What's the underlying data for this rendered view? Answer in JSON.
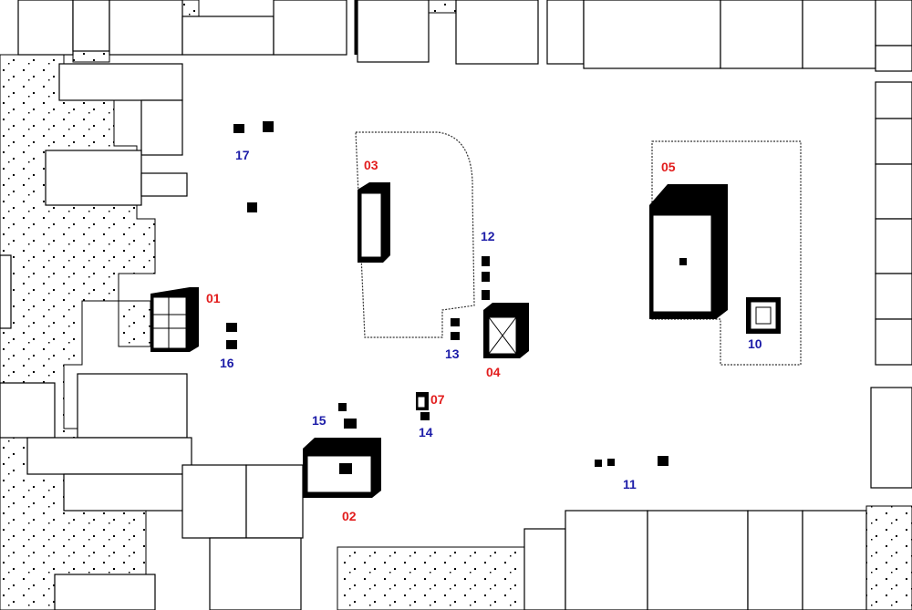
{
  "colors": {
    "building_label": "#e21d1d",
    "element_label": "#1c1ca8"
  },
  "buildings": [
    {
      "id": "01"
    },
    {
      "id": "02"
    },
    {
      "id": "03"
    },
    {
      "id": "04"
    },
    {
      "id": "05"
    },
    {
      "id": "07"
    }
  ],
  "elements": [
    {
      "id": "10"
    },
    {
      "id": "11"
    },
    {
      "id": "12"
    },
    {
      "id": "13"
    },
    {
      "id": "14"
    },
    {
      "id": "15"
    },
    {
      "id": "16"
    },
    {
      "id": "17"
    }
  ]
}
